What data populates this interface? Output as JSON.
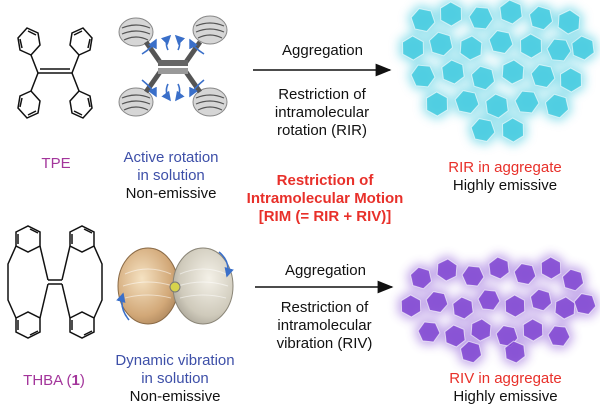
{
  "top_row": {
    "molecule_name": "TPE",
    "solution_state": "Active rotation\nin solution",
    "solution_emission": "Non-emissive",
    "arrow_above": "Aggregation",
    "arrow_below": "Restriction of\nintramolecular\nrotation (RIR)",
    "aggregate_state": "RIR in aggregate",
    "aggregate_emission": "Highly emissive"
  },
  "bottom_row": {
    "molecule_name_prefix": "THBA (",
    "molecule_number": "1",
    "molecule_name_suffix": ")",
    "solution_state": "Dynamic vibration\nin solution",
    "solution_emission": "Non-emissive",
    "arrow_above": "Aggregation",
    "arrow_below": "Restriction of\nintramolecular\nvibration (RIV)",
    "aggregate_state": "RIV in aggregate",
    "aggregate_emission": "Highly emissive"
  },
  "mechanism": {
    "line1": "Restriction of",
    "line2": "Intramolecular Motion",
    "line3": "[RIM (= RIR + RIV)]"
  },
  "colors": {
    "molecule_name": "#a3359b",
    "solution_state": "#3d4fa8",
    "aggregate_state": "#e8302a",
    "mechanism": "#e8302a",
    "rir_aggregate": "#3fc9df",
    "riv_aggregate": "#7a3fd0",
    "rotation_arrows": "#3a6fc9"
  },
  "icons": [
    "tpe-structure-icon",
    "rotation-model-icon",
    "rir-aggregate-icon",
    "thba-structure-icon",
    "vibration-model-icon",
    "riv-aggregate-icon"
  ]
}
